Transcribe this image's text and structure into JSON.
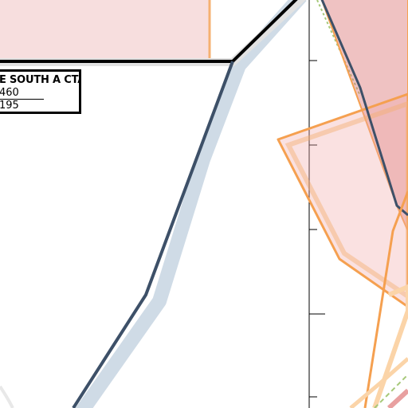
{
  "map": {
    "census_tract_label": {
      "title": "E SOUTH A CTA",
      "top_value": "460",
      "bottom_value": "195"
    },
    "colors": {
      "boundary_line": "#3d5068",
      "boundary_halo": "#cfdbe6",
      "black_boundary": "#000000",
      "pink_fill": "#e8a0a0",
      "orange_stroke": "#f5a050",
      "light_orange": "#fbd4a8",
      "green_dash": "#a6c878",
      "ruler_line": "#000000"
    }
  }
}
